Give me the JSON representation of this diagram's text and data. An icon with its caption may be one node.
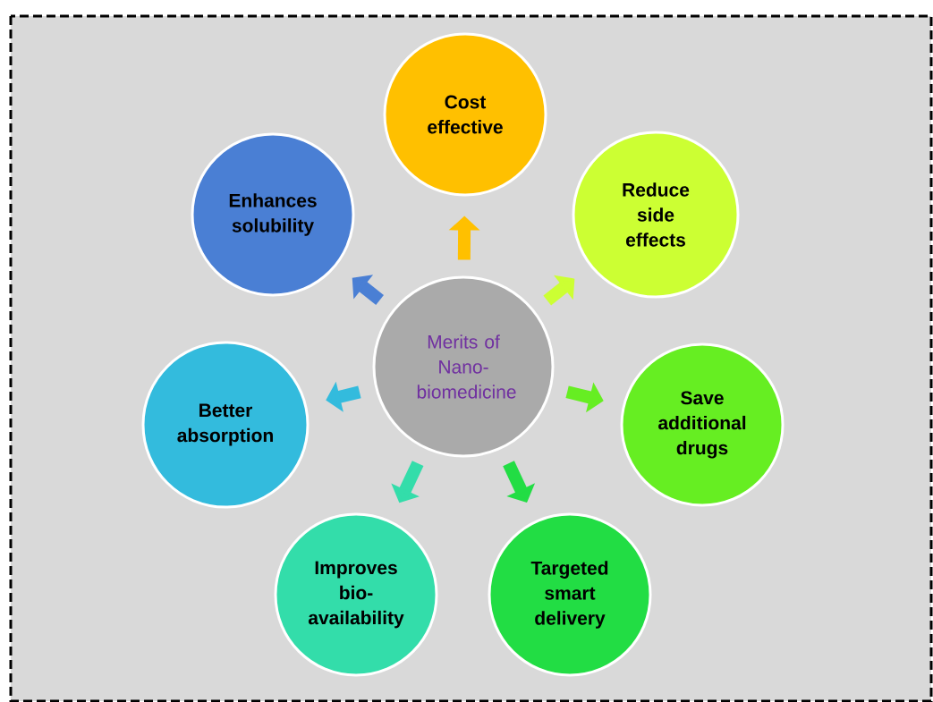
{
  "diagram": {
    "nodes": [
      {
        "text": [
          "Merits of Nano- biomedicine"
        ]
      },
      {
        "text": [
          "Cost effective"
        ]
      },
      {
        "text": [
          "Reduce side effects"
        ]
      },
      {
        "text": [
          "Save additional drugs"
        ]
      },
      {
        "text": [
          "Targeted smart delivery"
        ]
      },
      {
        "text": [
          "Improves bio- availability"
        ]
      },
      {
        "text": [
          "Better absorption"
        ]
      },
      {
        "text": [
          "Enhances solubility"
        ]
      }
    ],
    "edges": [
      {
        "from": 0,
        "to": 1,
        "arrow": "to",
        "color": "#ffc000"
      },
      {
        "from": 0,
        "to": 2,
        "arrow": "to",
        "color": "#ccff33"
      },
      {
        "from": 0,
        "to": 3,
        "arrow": "to",
        "color": "#66ee22"
      },
      {
        "from": 0,
        "to": 4,
        "arrow": "to",
        "color": "#22dd44"
      },
      {
        "from": 0,
        "to": 5,
        "arrow": "to",
        "color": "#33ddaa"
      },
      {
        "from": 0,
        "to": 6,
        "arrow": "to",
        "color": "#33bbdd"
      },
      {
        "from": 0,
        "to": 7,
        "arrow": "to",
        "color": "#4a7fd4"
      }
    ]
  }
}
